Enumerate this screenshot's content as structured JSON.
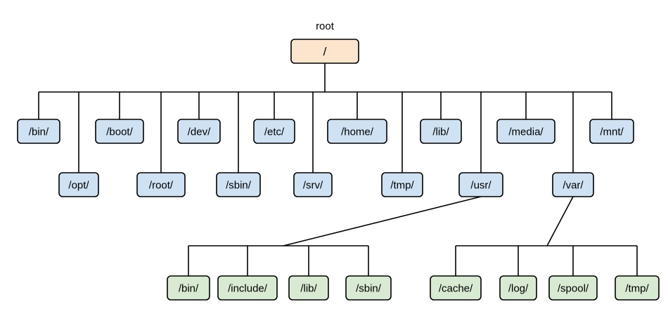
{
  "root": {
    "caption": "root",
    "label": "/",
    "color": "#fce5cd"
  },
  "level1_color": "#cfe2f3",
  "level2_color": "#d9ead3",
  "edge_color": "#000000",
  "level1_upper": [
    {
      "id": "bin",
      "label": "/bin/"
    },
    {
      "id": "boot",
      "label": "/boot/"
    },
    {
      "id": "dev",
      "label": "/dev/"
    },
    {
      "id": "etc",
      "label": "/etc/"
    },
    {
      "id": "home",
      "label": "/home/"
    },
    {
      "id": "lib",
      "label": "/lib/"
    },
    {
      "id": "media",
      "label": "/media/"
    },
    {
      "id": "mnt",
      "label": "/mnt/"
    }
  ],
  "level1_lower": [
    {
      "id": "opt",
      "label": "/opt/"
    },
    {
      "id": "root",
      "label": "/root/"
    },
    {
      "id": "sbin",
      "label": "/sbin/"
    },
    {
      "id": "srv",
      "label": "/srv/"
    },
    {
      "id": "tmp",
      "label": "/tmp/"
    },
    {
      "id": "usr",
      "label": "/usr/"
    },
    {
      "id": "var",
      "label": "/var/"
    }
  ],
  "usr_children": [
    {
      "id": "usr-bin",
      "label": "/bin/"
    },
    {
      "id": "usr-include",
      "label": "/include/"
    },
    {
      "id": "usr-lib",
      "label": "/lib/"
    },
    {
      "id": "usr-sbin",
      "label": "/sbin/"
    }
  ],
  "var_children": [
    {
      "id": "var-cache",
      "label": "/cache/"
    },
    {
      "id": "var-log",
      "label": "/log/"
    },
    {
      "id": "var-spool",
      "label": "/spool/"
    },
    {
      "id": "var-tmp",
      "label": "/tmp/"
    }
  ]
}
